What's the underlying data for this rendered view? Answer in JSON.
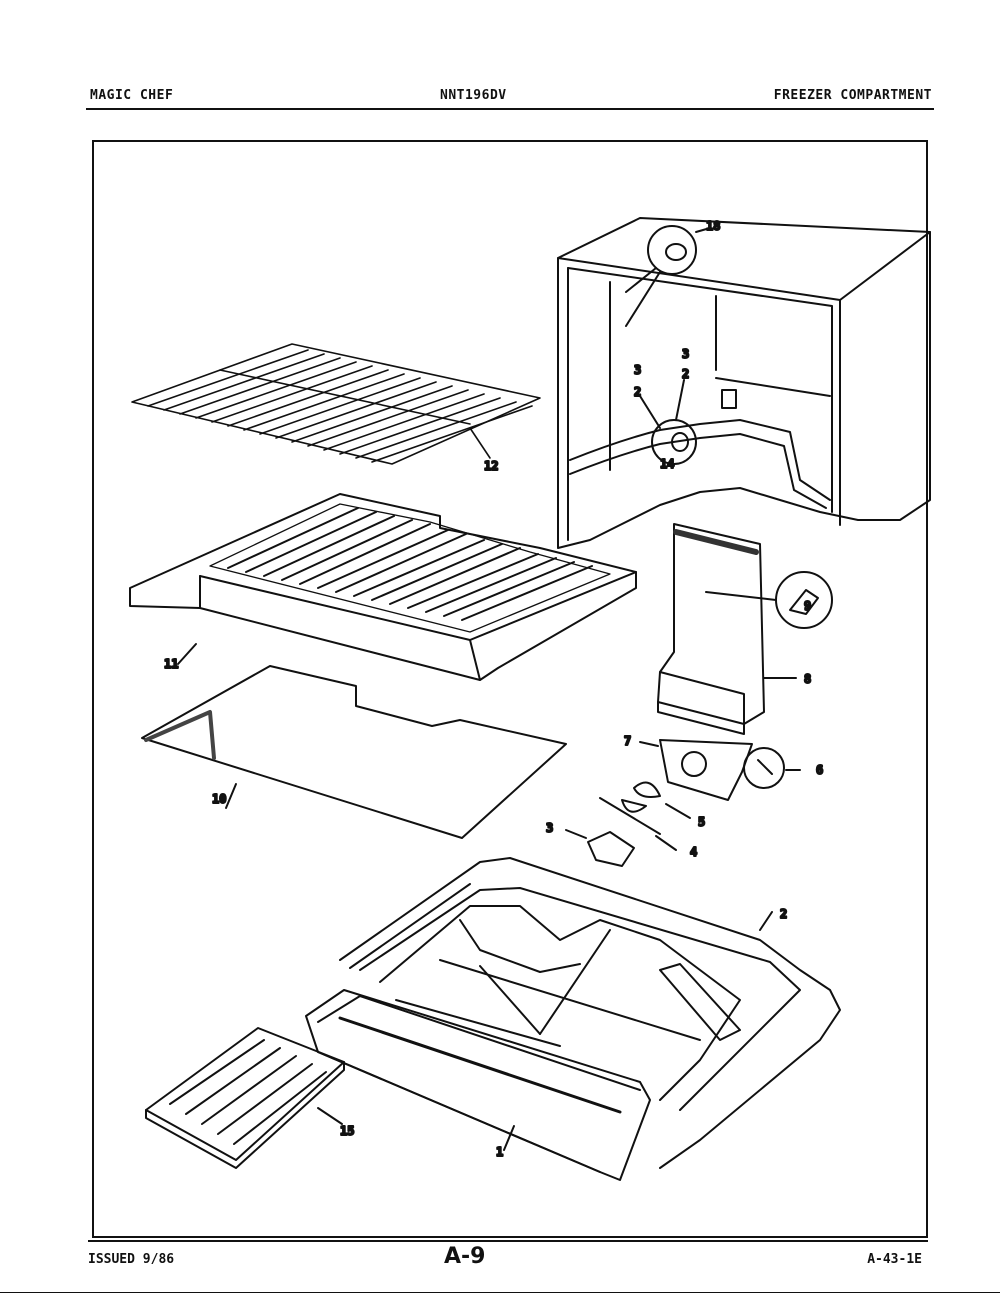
{
  "header": {
    "brand": "MAGIC CHEF",
    "model": "NNT196DV",
    "section": "FREEZER COMPARTMENT"
  },
  "footer": {
    "issued": "ISSUED 9/86",
    "page": "A-9",
    "code": "A-43-1E"
  },
  "callouts": {
    "c1": "1",
    "c2": "2",
    "c3": "3",
    "c4": "4",
    "c5": "5",
    "c6": "6",
    "c7": "7",
    "c8": "8",
    "c9": "9",
    "c10": "10",
    "c11": "11",
    "c12": "12",
    "c14": "14",
    "c15": "15",
    "c18": "18",
    "cab_a": "3",
    "cab_b": "2",
    "cab_c": "3",
    "cab_d": "2"
  }
}
